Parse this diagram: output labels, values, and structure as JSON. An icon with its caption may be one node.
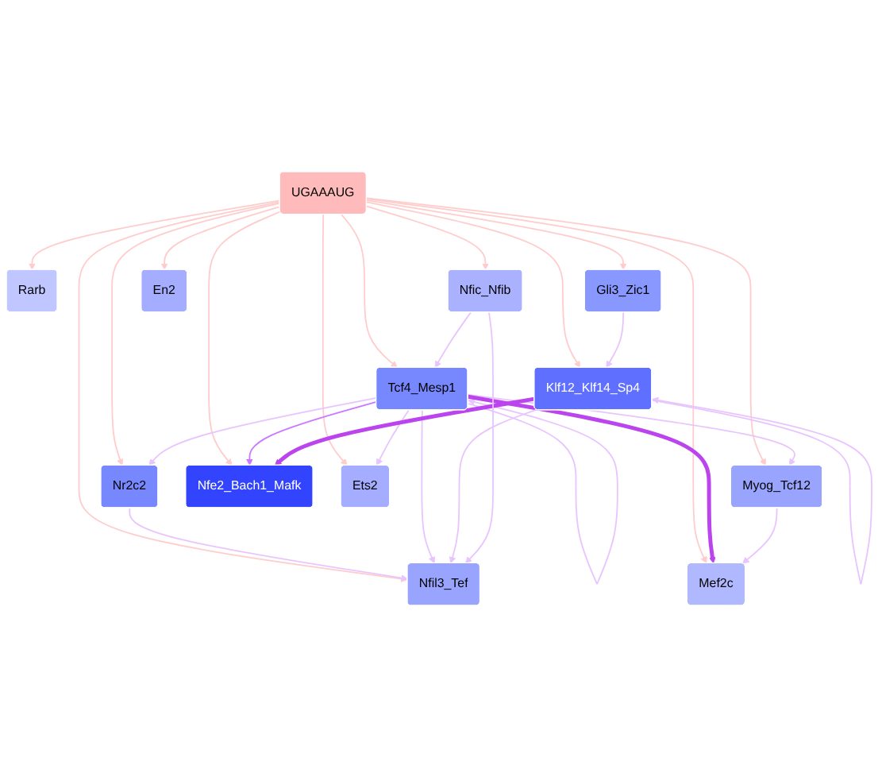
{
  "diagram": {
    "nodes": [
      {
        "text": [
          "Nr2c2"
        ]
      },
      {
        "text": [
          "Nfil3_Tef"
        ]
      },
      {
        "text": [
          "Tcf4_Mesp1"
        ]
      },
      {
        "text": [
          "Klf12_Klf14_Sp4"
        ]
      },
      {
        "text": [
          "Myog_Tcf12"
        ]
      },
      {
        "text": [
          "Nfe2_Bach1_Mafk"
        ]
      },
      {
        "text": [
          "UGAAAUG"
        ]
      },
      {
        "text": [
          "Ets2"
        ]
      },
      {
        "text": [
          "Rarb"
        ]
      },
      {
        "text": [
          "Mef2c"
        ]
      },
      {
        "text": [
          "Nfic_Nfib"
        ]
      },
      {
        "text": [
          "Gli3_Zic1"
        ]
      },
      {
        "text": [
          "En2"
        ]
      }
    ],
    "edges": [
      {
        "from": 6,
        "to": 0,
        "arrow": "to"
      },
      {
        "from": 6,
        "to": 1,
        "arrow": "to"
      },
      {
        "from": 6,
        "to": 2,
        "arrow": "to"
      },
      {
        "from": 6,
        "to": 3,
        "arrow": "to"
      },
      {
        "from": 6,
        "to": 4,
        "arrow": "to"
      },
      {
        "from": 6,
        "to": 5,
        "arrow": "to"
      },
      {
        "from": 6,
        "to": 7,
        "arrow": "to"
      },
      {
        "from": 6,
        "to": 8,
        "arrow": "to"
      },
      {
        "from": 6,
        "to": 9,
        "arrow": "to"
      },
      {
        "from": 6,
        "to": 10,
        "arrow": "to"
      },
      {
        "from": 6,
        "to": 11,
        "arrow": "to"
      },
      {
        "from": 6,
        "to": 12,
        "arrow": "to"
      },
      {
        "from": 0,
        "to": 1,
        "arrow": "to",
        "color": "#e8c4ff"
      },
      {
        "from": 2,
        "to": 0,
        "arrow": "to",
        "color": "#e8c4ff"
      },
      {
        "from": 2,
        "to": 1,
        "arrow": "to",
        "color": "#e8c4ff"
      },
      {
        "from": 2,
        "to": 2,
        "arrow": "to",
        "color": "#e8c4ff"
      },
      {
        "from": 2,
        "to": 4,
        "arrow": "to",
        "color": "#e8c4ff"
      },
      {
        "from": 2,
        "to": 7,
        "arrow": "to",
        "color": "#e8c4ff"
      },
      {
        "from": 2,
        "to": 9,
        "arrow": "to",
        "style": "thick",
        "color": "#bb44ee"
      },
      {
        "from": 2,
        "to": 5,
        "arrow": "to",
        "color": "#cc77ff"
      },
      {
        "from": 3,
        "to": 1,
        "arrow": "to",
        "color": "#e8c4ff"
      },
      {
        "from": 3,
        "to": 3,
        "arrow": "to",
        "color": "#e8c4ff"
      },
      {
        "from": 3,
        "to": 5,
        "arrow": "to",
        "style": "thick",
        "color": "#bb44ee"
      },
      {
        "from": 4,
        "to": 9,
        "arrow": "to",
        "color": "#e8c4ff"
      },
      {
        "from": 10,
        "to": 2,
        "arrow": "to",
        "color": "#e8c4ff"
      },
      {
        "from": 10,
        "to": 1,
        "arrow": "to",
        "color": "#e8c4ff"
      },
      {
        "from": 11,
        "to": 3,
        "arrow": "to",
        "color": "#e8c4ff"
      }
    ]
  }
}
